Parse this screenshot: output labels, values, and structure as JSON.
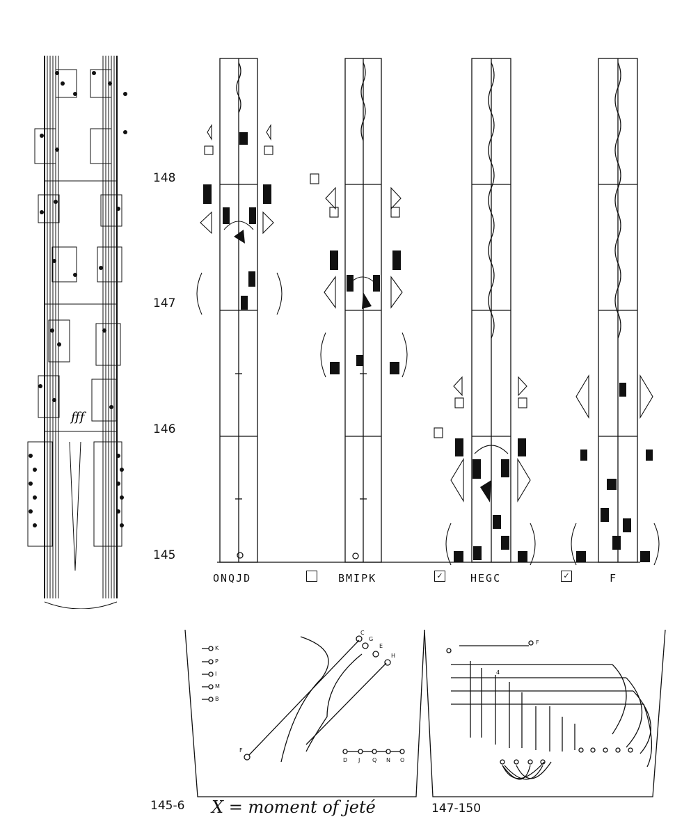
{
  "measures": [
    "148",
    "147",
    "146",
    "145"
  ],
  "dancers": [
    {
      "label": "ONQJD",
      "marker": false
    },
    {
      "label": "BMIPK",
      "marker": true
    },
    {
      "label": "HEGC",
      "marker": true
    },
    {
      "label": "F",
      "marker": true
    }
  ],
  "floor_plans": {
    "left": {
      "caption": "145-6",
      "legend": "X = moment of jeté",
      "side_labels": [
        "K",
        "P",
        "I",
        "M",
        "B"
      ],
      "top_labels": [
        "C",
        "G",
        "E",
        "H"
      ],
      "bottom_labels": [
        "D",
        "J",
        "Q",
        "N",
        "O"
      ],
      "start_label": "F"
    },
    "right": {
      "caption": "147-150",
      "top_label": "F",
      "arrow_number": "4"
    }
  }
}
